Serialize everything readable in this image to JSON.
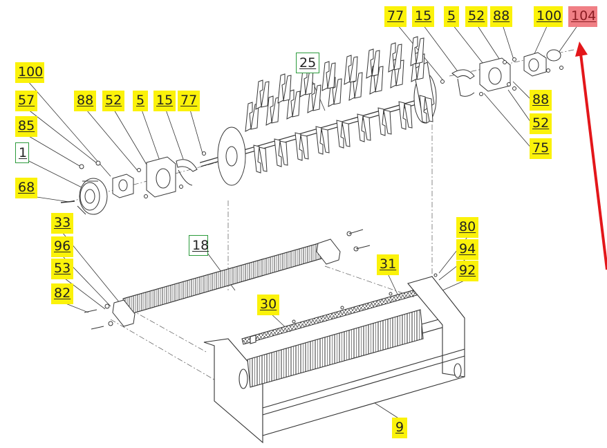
{
  "colors": {
    "highlight_yellow": "#fbf20a",
    "assembly_green": "#2a9a3a",
    "selected_red": "#f07f85",
    "arrow_red": "#e3161a",
    "line_drawing": "#333333"
  },
  "callouts": [
    {
      "id": "c-100-left",
      "label": "100",
      "style": "yellow"
    },
    {
      "id": "c-57",
      "label": "57",
      "style": "yellow"
    },
    {
      "id": "c-85",
      "label": "85",
      "style": "yellow"
    },
    {
      "id": "c-1",
      "label": "1",
      "style": "green"
    },
    {
      "id": "c-68",
      "label": "68",
      "style": "yellow"
    },
    {
      "id": "c-88-left",
      "label": "88",
      "style": "yellow"
    },
    {
      "id": "c-52-left",
      "label": "52",
      "style": "yellow"
    },
    {
      "id": "c-5-left",
      "label": "5",
      "style": "yellow"
    },
    {
      "id": "c-15-left",
      "label": "15",
      "style": "yellow"
    },
    {
      "id": "c-77-left",
      "label": "77",
      "style": "yellow"
    },
    {
      "id": "c-25",
      "label": "25",
      "style": "green"
    },
    {
      "id": "c-77-right",
      "label": "77",
      "style": "yellow"
    },
    {
      "id": "c-15-right",
      "label": "15",
      "style": "yellow"
    },
    {
      "id": "c-5-right",
      "label": "5",
      "style": "yellow"
    },
    {
      "id": "c-52-top-right",
      "label": "52",
      "style": "yellow"
    },
    {
      "id": "c-88-top-right",
      "label": "88",
      "style": "yellow"
    },
    {
      "id": "c-100-right",
      "label": "100",
      "style": "yellow"
    },
    {
      "id": "c-104",
      "label": "104",
      "style": "red"
    },
    {
      "id": "c-88-right",
      "label": "88",
      "style": "yellow"
    },
    {
      "id": "c-52-right",
      "label": "52",
      "style": "yellow"
    },
    {
      "id": "c-75",
      "label": "75",
      "style": "yellow"
    },
    {
      "id": "c-33",
      "label": "33",
      "style": "yellow"
    },
    {
      "id": "c-96",
      "label": "96",
      "style": "yellow"
    },
    {
      "id": "c-53",
      "label": "53",
      "style": "yellow"
    },
    {
      "id": "c-82",
      "label": "82",
      "style": "yellow"
    },
    {
      "id": "c-18",
      "label": "18",
      "style": "green"
    },
    {
      "id": "c-80",
      "label": "80",
      "style": "yellow"
    },
    {
      "id": "c-94",
      "label": "94",
      "style": "yellow"
    },
    {
      "id": "c-92",
      "label": "92",
      "style": "yellow"
    },
    {
      "id": "c-31",
      "label": "31",
      "style": "yellow"
    },
    {
      "id": "c-30",
      "label": "30",
      "style": "yellow"
    },
    {
      "id": "c-9",
      "label": "9",
      "style": "yellow"
    }
  ]
}
